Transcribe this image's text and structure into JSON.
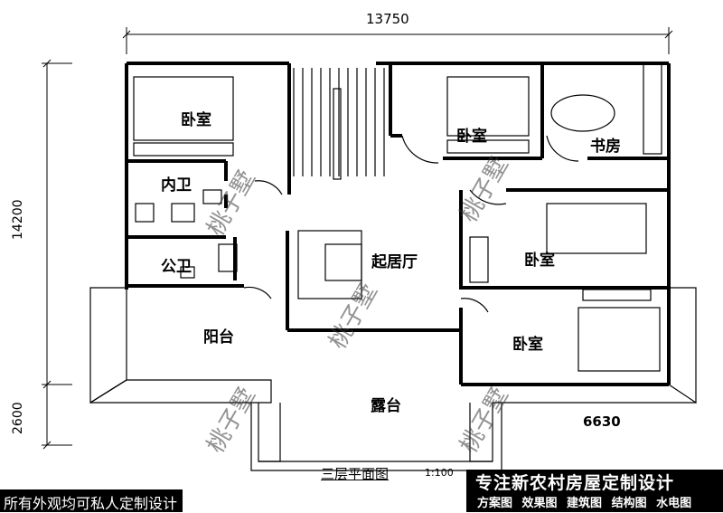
{
  "dimensions": {
    "top_width": "13750",
    "left_height": "14200",
    "left_lower": "2600",
    "right_width": "6630"
  },
  "rooms": {
    "bedroom_tl": "卧室",
    "bedroom_tc": "卧室",
    "study": "书房",
    "inner_bath": "内卫",
    "public_bath": "公卫",
    "living": "起居厅",
    "bedroom_r": "卧室",
    "bedroom_br": "卧室",
    "balcony": "阳台",
    "terrace": "露台"
  },
  "plan_title": "三层平面图",
  "scale": "1:100",
  "watermark": "桃子墅",
  "banner": {
    "headline": "专注新农村房屋定制设计",
    "services": "方案图 效果图 建筑图 结构图 水电图"
  },
  "footer_note": "所有外观均可私人定制设计"
}
